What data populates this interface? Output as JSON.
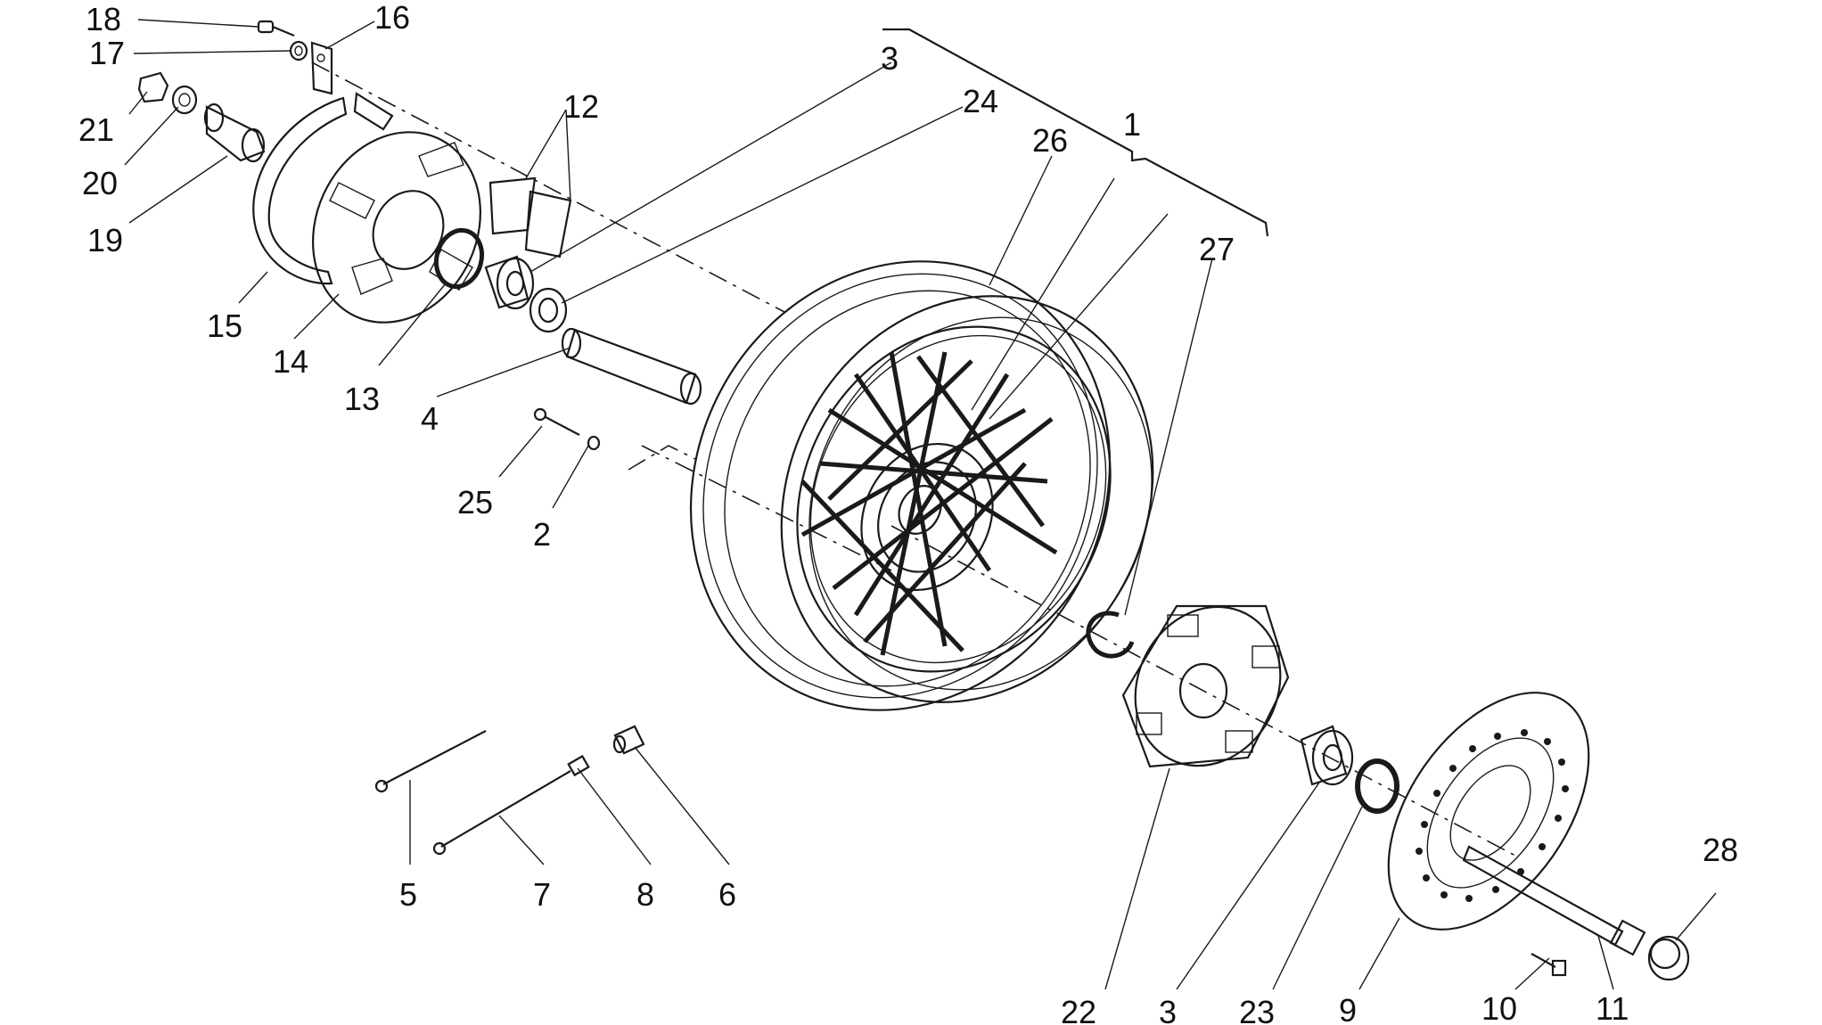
{
  "labels": {
    "l1": "1",
    "l2": "2",
    "l3a": "3",
    "l3b": "3",
    "l4": "4",
    "l5": "5",
    "l6": "6",
    "l7": "7",
    "l8": "8",
    "l9": "9",
    "l10": "10",
    "l11": "11",
    "l12": "12",
    "l13": "13",
    "l14": "14",
    "l15": "15",
    "l16": "16",
    "l17": "17",
    "l18": "18",
    "l19": "19",
    "l20": "20",
    "l21": "21",
    "l22": "22",
    "l23": "23",
    "l24": "24",
    "l25": "25",
    "l26": "26",
    "l27": "27",
    "l28": "28"
  }
}
